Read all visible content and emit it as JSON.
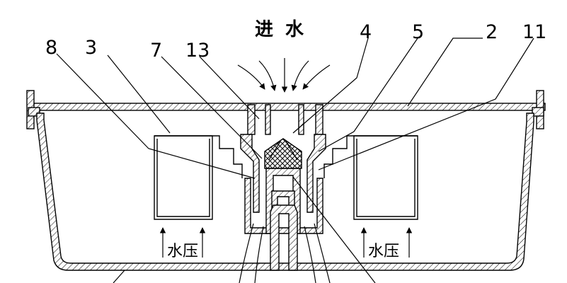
{
  "labels": {
    "inlet": "进 水",
    "pressure_left": "水压",
    "pressure_right": "水压"
  },
  "parts": [
    "8",
    "3",
    "7",
    "13",
    "4",
    "5",
    "2",
    "11"
  ],
  "colors": {
    "line": "#000000",
    "background": "#ffffff"
  }
}
